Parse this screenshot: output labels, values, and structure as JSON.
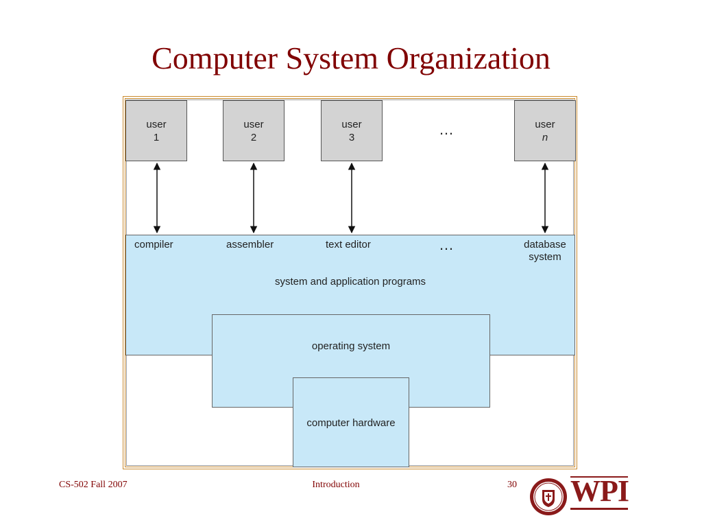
{
  "slide": {
    "title": "Computer System Organization"
  },
  "diagram": {
    "users": [
      {
        "line1": "user",
        "line2": "1"
      },
      {
        "line1": "user",
        "line2": "2"
      },
      {
        "line1": "user",
        "line2": "3"
      },
      {
        "line1": "user",
        "line2": "n"
      }
    ],
    "user_ellipsis": "…",
    "programs": {
      "compiler": "compiler",
      "assembler": "assembler",
      "text_editor": "text editor",
      "ellipsis": "…",
      "database_line1": "database",
      "database_line2": "system"
    },
    "apps_label": "system and application programs",
    "os_label": "operating system",
    "hardware_label": "computer hardware"
  },
  "footer": {
    "course": "CS-502 Fall 2007",
    "section": "Introduction",
    "page": "30",
    "logo_text": "WPI"
  },
  "colors": {
    "title": "#800000",
    "user_fill": "#d3d3d3",
    "layer_fill": "#c8e8f8",
    "frame": "#c98a2e",
    "logo": "#8a1a1a"
  }
}
